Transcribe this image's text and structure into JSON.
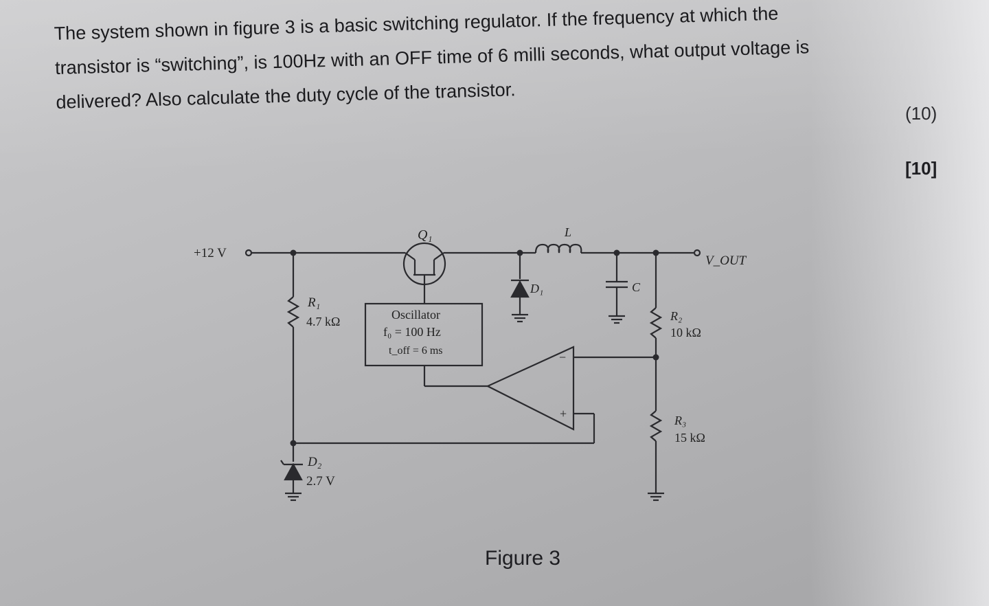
{
  "question": {
    "lines": [
      "The system shown in figure 3 is a basic switching regulator. If the frequency at which the",
      "transistor is “switching”, is 100Hz with an OFF time of 6 milli seconds, what output voltage is",
      "delivered? Also calculate the duty cycle of the transistor."
    ],
    "marks_inline": "(10)",
    "marks_total": "[10]"
  },
  "circuit": {
    "supply_label": "+12 V",
    "q1_label": "Q₁",
    "r1_name": "R₁",
    "r1_value": "4.7 kΩ",
    "oscillator_title": "Oscillator",
    "oscillator_freq": "f₀ = 100 Hz",
    "oscillator_toff": "t_off = 6 ms",
    "d1_label": "D₁",
    "inductor_label": "L",
    "capacitor_label": "C",
    "vout_label": "V_OUT",
    "r2_name": "R₂",
    "r2_value": "10 kΩ",
    "r3_name": "R₃",
    "r3_value": "15 kΩ",
    "d2_name": "D₂",
    "d2_value": "2.7 V",
    "opamp_minus": "−",
    "opamp_plus": "+"
  },
  "figure_caption": "Figure 3"
}
